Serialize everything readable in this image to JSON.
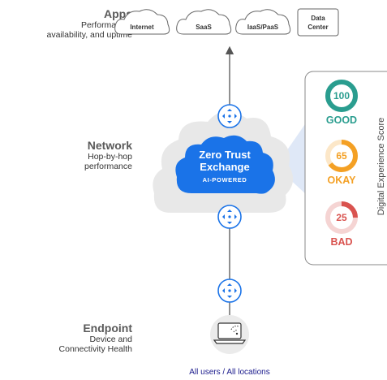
{
  "labels": {
    "apps": {
      "title": "Apps",
      "subtitle_line1": "Performance,",
      "subtitle_line2": "availability, and uptime"
    },
    "network": {
      "title": "Network",
      "subtitle_line1": "Hop-by-hop",
      "subtitle_line2": "performance"
    },
    "endpoint": {
      "title": "Endpoint",
      "subtitle_line1": "Device and",
      "subtitle_line2": "Connectivity Health"
    }
  },
  "apps": [
    {
      "label": "Internet",
      "shape": "cloud"
    },
    {
      "label": "SaaS",
      "shape": "cloud"
    },
    {
      "label": "IaaS/PaaS",
      "shape": "cloud"
    },
    {
      "label_line1": "Data",
      "label_line2": "Center",
      "shape": "box"
    }
  ],
  "hub": {
    "line1": "Zero Trust",
    "line2": "Exchange",
    "line3": "AI-POWERED"
  },
  "scores": [
    {
      "value": "100",
      "word": "GOOD",
      "color": "#2a9d8f",
      "fill": 1.0
    },
    {
      "value": "65",
      "word": "OKAY",
      "color": "#f4a024",
      "fill": 0.65
    },
    {
      "value": "25",
      "word": "BAD",
      "color": "#d9534f",
      "fill": 0.25
    }
  ],
  "score_panel_title": "Digital Experience Score",
  "footer": "All users / All locations",
  "colors": {
    "hub_blue": "#1a73e8",
    "node_blue": "#1a73e8",
    "line": "#555555",
    "cloud_gray": "#e6e6e6",
    "beam": "#dfe8f7"
  }
}
